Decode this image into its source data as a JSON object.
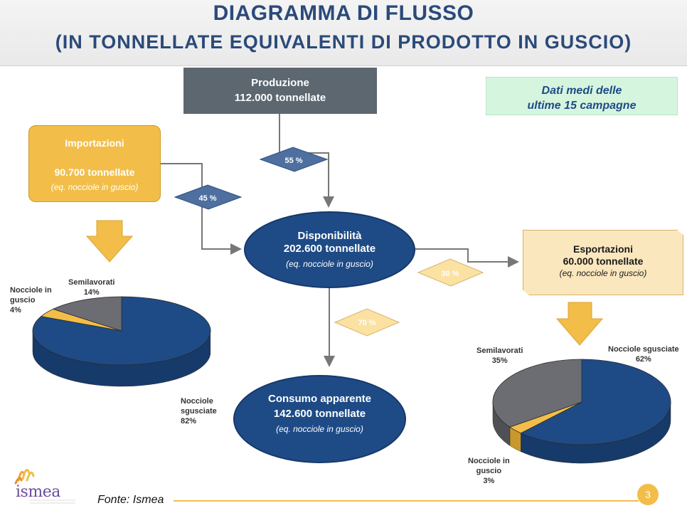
{
  "header": {
    "title_line1": "DIAGRAMMA DI FLUSSO",
    "title_line2": "(IN TONNELLATE EQUIVALENTI DI PRODOTTO IN GUSCIO)"
  },
  "note": {
    "line1": "Dati medi delle",
    "line2": "ultime 15 campagne"
  },
  "nodes": {
    "produzione": {
      "label": "Produzione",
      "value": "112.000 tonnellate"
    },
    "importazioni": {
      "label": "Importazioni",
      "value": "90.700 tonnellate",
      "sub": "(eq. nocciole in guscio)"
    },
    "disponibilita": {
      "label": "Disponibilità",
      "value": "202.600 tonnellate",
      "sub": "(eq. nocciole in guscio)"
    },
    "esportazioni": {
      "label": "Esportazioni",
      "value": "60.000 tonnellate",
      "sub": "(eq. nocciole in guscio)"
    },
    "consumo": {
      "label": "Consumo apparente",
      "value": "142.600 tonnellate",
      "sub": "(eq. nocciole in guscio)"
    }
  },
  "flows": {
    "produzione_pct": "55 %",
    "importazioni_pct": "45 %",
    "esportazioni_pct": "30 %",
    "consumo_pct": "70 %"
  },
  "chart_data": [
    {
      "type": "pie",
      "categories": [
        "Nocciole sgusciate",
        "Nocciole in guscio",
        "Semilavorati"
      ],
      "values": [
        82,
        4,
        14
      ],
      "labels": [
        "Nocciole sgusciate 82%",
        "Nocciole in guscio 4%",
        "Semilavorati 14%"
      ]
    },
    {
      "type": "pie",
      "categories": [
        "Nocciole sgusciate",
        "Nocciole in guscio",
        "Semilavorati"
      ],
      "values": [
        62,
        3,
        35
      ],
      "labels": [
        "Nocciole sgusciate 62%",
        "Nocciole in guscio 3%",
        "Semilavorati 35%"
      ]
    }
  ],
  "pie_labels": {
    "imp_semi": [
      "Semilavorati",
      "14%"
    ],
    "imp_guscio": [
      "Nocciole in",
      "guscio",
      "4%"
    ],
    "imp_sgusciate": [
      "Nocciole",
      "sgusciate",
      "82%"
    ],
    "esp_semi": [
      "Semilavorati",
      "35%"
    ],
    "esp_sgusciate": [
      "Nocciole sgusciate",
      "62%"
    ],
    "esp_guscio": [
      "Nocciole in",
      "guscio",
      "3%"
    ]
  },
  "colors": {
    "navy": "#1e4b86",
    "gold": "#f2be49",
    "gray": "#6b6d73",
    "title": "#2b4a7a"
  },
  "footer": {
    "source": "Fonte: Ismea",
    "page": "3",
    "logo": "ismea"
  }
}
